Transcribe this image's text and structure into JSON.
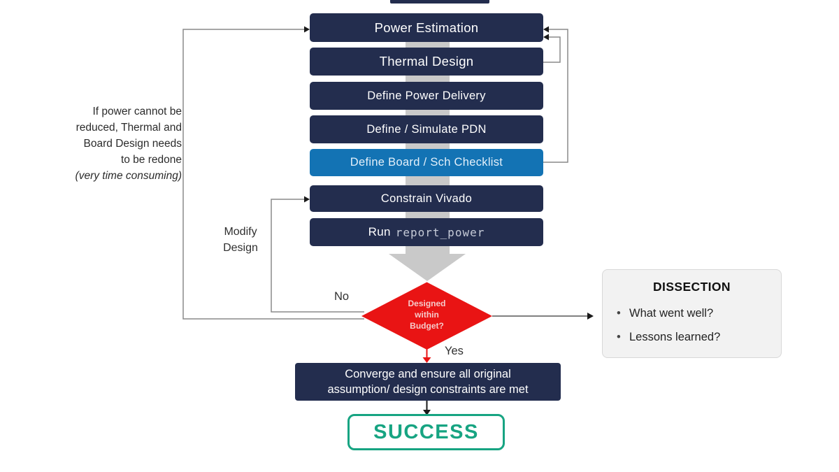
{
  "flow": {
    "steps": [
      {
        "label": "Power Estimation"
      },
      {
        "label": "Thermal Design"
      },
      {
        "label": "Define Power Delivery"
      },
      {
        "label": "Define / Simulate PDN"
      },
      {
        "label": "Define Board / Sch Checklist"
      },
      {
        "label": "Constrain Vivado"
      },
      {
        "label_prefix": "Run",
        "label_code": "report_power"
      }
    ],
    "decision": {
      "line1": "Designed",
      "line2": "within",
      "line3": "Budget?"
    },
    "edge_labels": {
      "no": "No",
      "yes": "Yes",
      "modify_design": "Modify Design"
    },
    "converge": {
      "line1": "Converge and ensure all original",
      "line2": "assumption/ design constraints are met"
    },
    "success_label": "SUCCESS"
  },
  "side_note": {
    "lines": [
      "If power cannot be",
      "reduced, Thermal and",
      "Board Design needs",
      "to be redone"
    ],
    "italic_line": "(very time consuming)"
  },
  "dissection": {
    "title": "DISSECTION",
    "bullets": [
      "What went well?",
      "Lessons learned?"
    ]
  },
  "colors": {
    "step_navy": "#232d4e",
    "step_highlight_blue": "#1373b4",
    "decision_red": "#e91414",
    "flow_arrow_gray": "#c9c9c9",
    "success_green": "#17a482",
    "dissection_bg": "#f2f2f2"
  }
}
